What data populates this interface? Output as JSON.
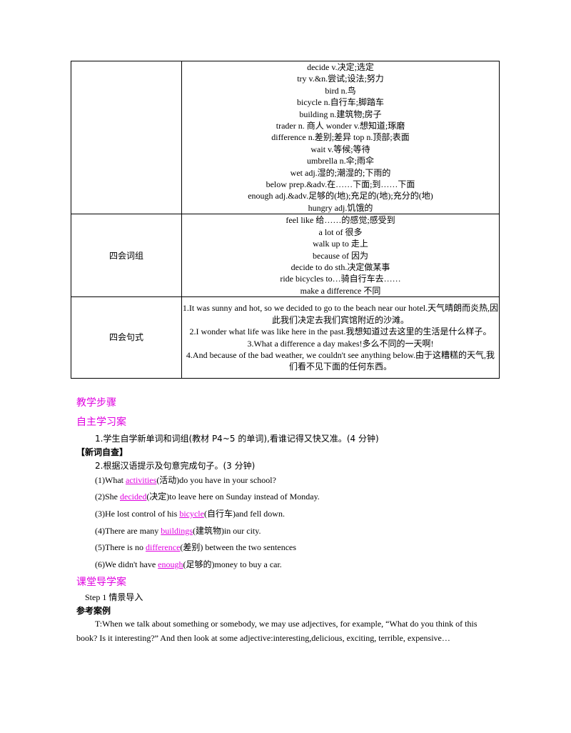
{
  "table": {
    "row1": {
      "label": "",
      "lines": [
        "decide v.决定;选定",
        "try v.&n.尝试;设法;努力",
        "bird n.鸟",
        "bicycle n.自行车;脚踏车",
        "building n.建筑物;房子",
        "trader n. 商人    wonder v.想知道;琢磨",
        "difference n.差别;差异    top n.顶部;表面",
        "wait v.等候;等待",
        "umbrella n.伞;雨伞",
        "wet adj.湿的;潮湿的;下雨的",
        "below prep.&adv.在……下面;到……下面",
        "enough adj.&adv.足够的(地);充足的(地);充分的(地)",
        "hungry adj.饥饿的"
      ]
    },
    "row2": {
      "label": "四会词组",
      "lines": [
        "feel like 给……的感觉;感受到",
        "a lot of 很多",
        "walk up to 走上",
        "because of 因为",
        "decide to do sth.决定做某事",
        "ride bicycles to…骑自行车去……",
        "make a difference 不同"
      ]
    },
    "row3": {
      "label": "四会句式",
      "lines": [
        "1.It was sunny and hot, so we decided to go to the beach near our hotel.天气晴朗而炎热,因此我们决定去我们宾馆附近的沙滩。",
        "2.I wonder what life was like here in the past.我想知道过去这里的生活是什么样子。",
        "3.What a difference a day makes!多么不同的一天啊!",
        "4.And because of the bad weather, we couldn't see anything below.由于这糟糕的天气,我们看不见下面的任何东西。"
      ]
    }
  },
  "headings": {
    "steps": "教学步骤",
    "self_study": "自主学习案",
    "classroom": "课堂导学案"
  },
  "self_study": {
    "task1": "1.学生自学新单词和词组(教材 P4~5 的单词),看谁记得又快又准。(4 分钟)",
    "section_label": "【新词自查】",
    "task2": "2.根据汉语提示及句意完成句子。(3 分钟)",
    "items": [
      {
        "before": "(1)What ",
        "answer": "activities",
        "after": "(活动)do you have in your school?"
      },
      {
        "before": "(2)She ",
        "answer": "decided",
        "after": "(决定)to leave here on Sunday instead of Monday."
      },
      {
        "before": "(3)He lost control of his ",
        "answer": "bicycle",
        "after": "(自行车)and fell down."
      },
      {
        "before": "(4)There are many ",
        "answer": "buildings",
        "after": "(建筑物)in our city."
      },
      {
        "before": "(5)There is no ",
        "answer": "difference",
        "after": "(差别) between the two sentences"
      },
      {
        "before": "(6)We didn't have ",
        "answer": "enough",
        "after": "(足够的)money to buy a car."
      }
    ]
  },
  "classroom": {
    "step1": "Step 1 情景导入",
    "example_label": "参考案例",
    "teacher_text": "T:When we talk about something or somebody, we may use adjectives, for example, “What do you think of this book? Is it interesting?” And then look at some adjective:interesting,delicious, exciting, terrible, expensive…"
  }
}
